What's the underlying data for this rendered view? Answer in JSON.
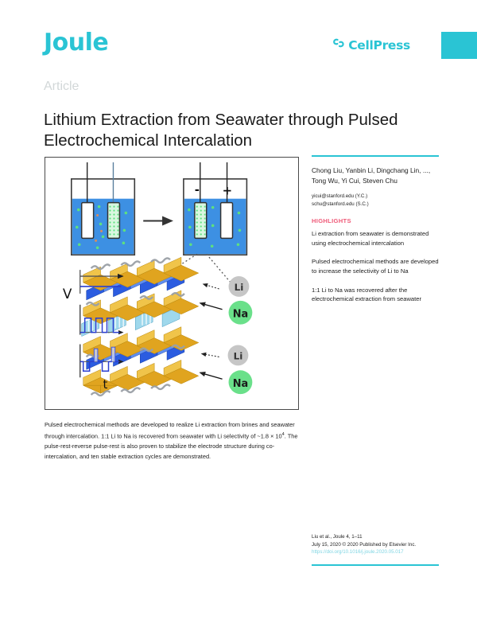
{
  "header": {
    "journal_logo": "Joule",
    "publisher": "CellPress",
    "publisher_icon": "chain-link-icon",
    "accent_color": "#2ac4d4"
  },
  "article": {
    "kicker": "Article",
    "title": "Lithium Extraction from Seawater through Pulsed Electrochemical Intercalation"
  },
  "authors": {
    "list": "Chong Liu, Yanbin Li, Dingchang Lin, ..., Tong Wu, Yi Cui, Steven Chu",
    "emails": [
      "yicui@stanford.edu (Y.C.)",
      "schu@stanford.edu (S.C.)"
    ]
  },
  "highlights": {
    "heading": "HIGHLIGHTS",
    "items": [
      "Li extraction from seawater is demonstrated using electrochemical intercalation",
      "Pulsed electrochemical methods are developed to increase the selectivity of Li to Na",
      "1:1 Li to Na was recovered after the electrochemical extraction from seawater"
    ],
    "heading_color": "#ef5a78"
  },
  "caption": {
    "part1": "Pulsed electrochemical methods are developed to realize Li extraction from brines and seawater through intercalation. 1:1 Li to Na is recovered from seawater with Li selectivity of ~1.8 × 10",
    "exponent": "4",
    "part2": ". The pulse-rest-reverse pulse-rest is also proven to stabilize the electrode structure during co-intercalation, and ten stable extraction cycles are demonstrated."
  },
  "figure": {
    "name": "graphical-abstract",
    "cell_left_label": "",
    "cathode_label": "-",
    "anode_label": "+",
    "voltage_axis_label": "V",
    "time_axis_label": "t",
    "ion_labels": [
      "Li",
      "Na",
      "Li",
      "Na"
    ],
    "li_color": "#c6c6c6",
    "na_color": "#6ae08a",
    "electrolyte_color": "#3d90e3",
    "electrode_fill": "#ffffff",
    "intercalation_electrode_color": "#8fe3a0",
    "polyhedra_orange": "#e8a820",
    "polyhedra_blue": "#2e5fe0"
  },
  "citation": {
    "line1": "Liu et al., Joule 4, 1–11",
    "line2": "July 15, 2020 © 2020 Published by Elsevier Inc.",
    "doi": "https://doi.org/10.1016/j.joule.2020.05.017"
  }
}
